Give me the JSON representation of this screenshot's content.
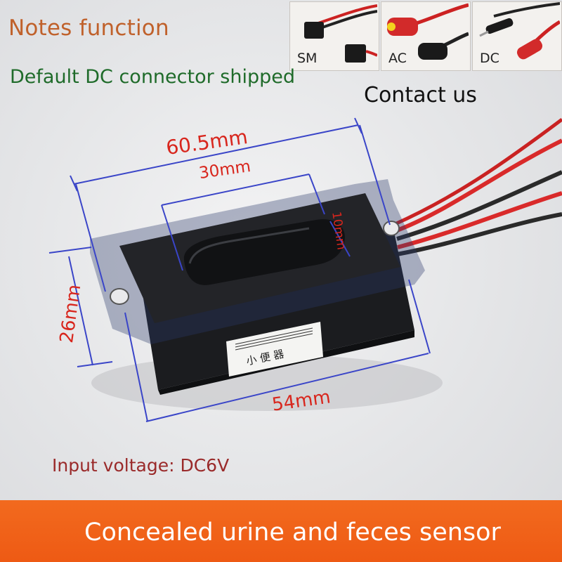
{
  "header": {
    "notes_function": "Notes function",
    "default_connector": "Default DC connector shipped",
    "contact": "Contact us"
  },
  "connectors": [
    {
      "label": "SM"
    },
    {
      "label": "AC"
    },
    {
      "label": "DC"
    }
  ],
  "dimensions": {
    "overall_length": "60.5mm",
    "window_length": "30mm",
    "window_height": "10mm",
    "height": "26mm",
    "body_length": "54mm"
  },
  "product": {
    "input_voltage": "Input voltage: DC6V",
    "label_text": "小 便 器"
  },
  "banner": {
    "title": "Concealed urine and feces sensor"
  },
  "colors": {
    "accent_orange": "#ee5a14",
    "notes_text": "#c0612b",
    "default_text": "#1f6b2a",
    "dimension_text": "#d8261d",
    "dimension_line": "#3a45c8",
    "voltage_text": "#9a2a2a"
  }
}
